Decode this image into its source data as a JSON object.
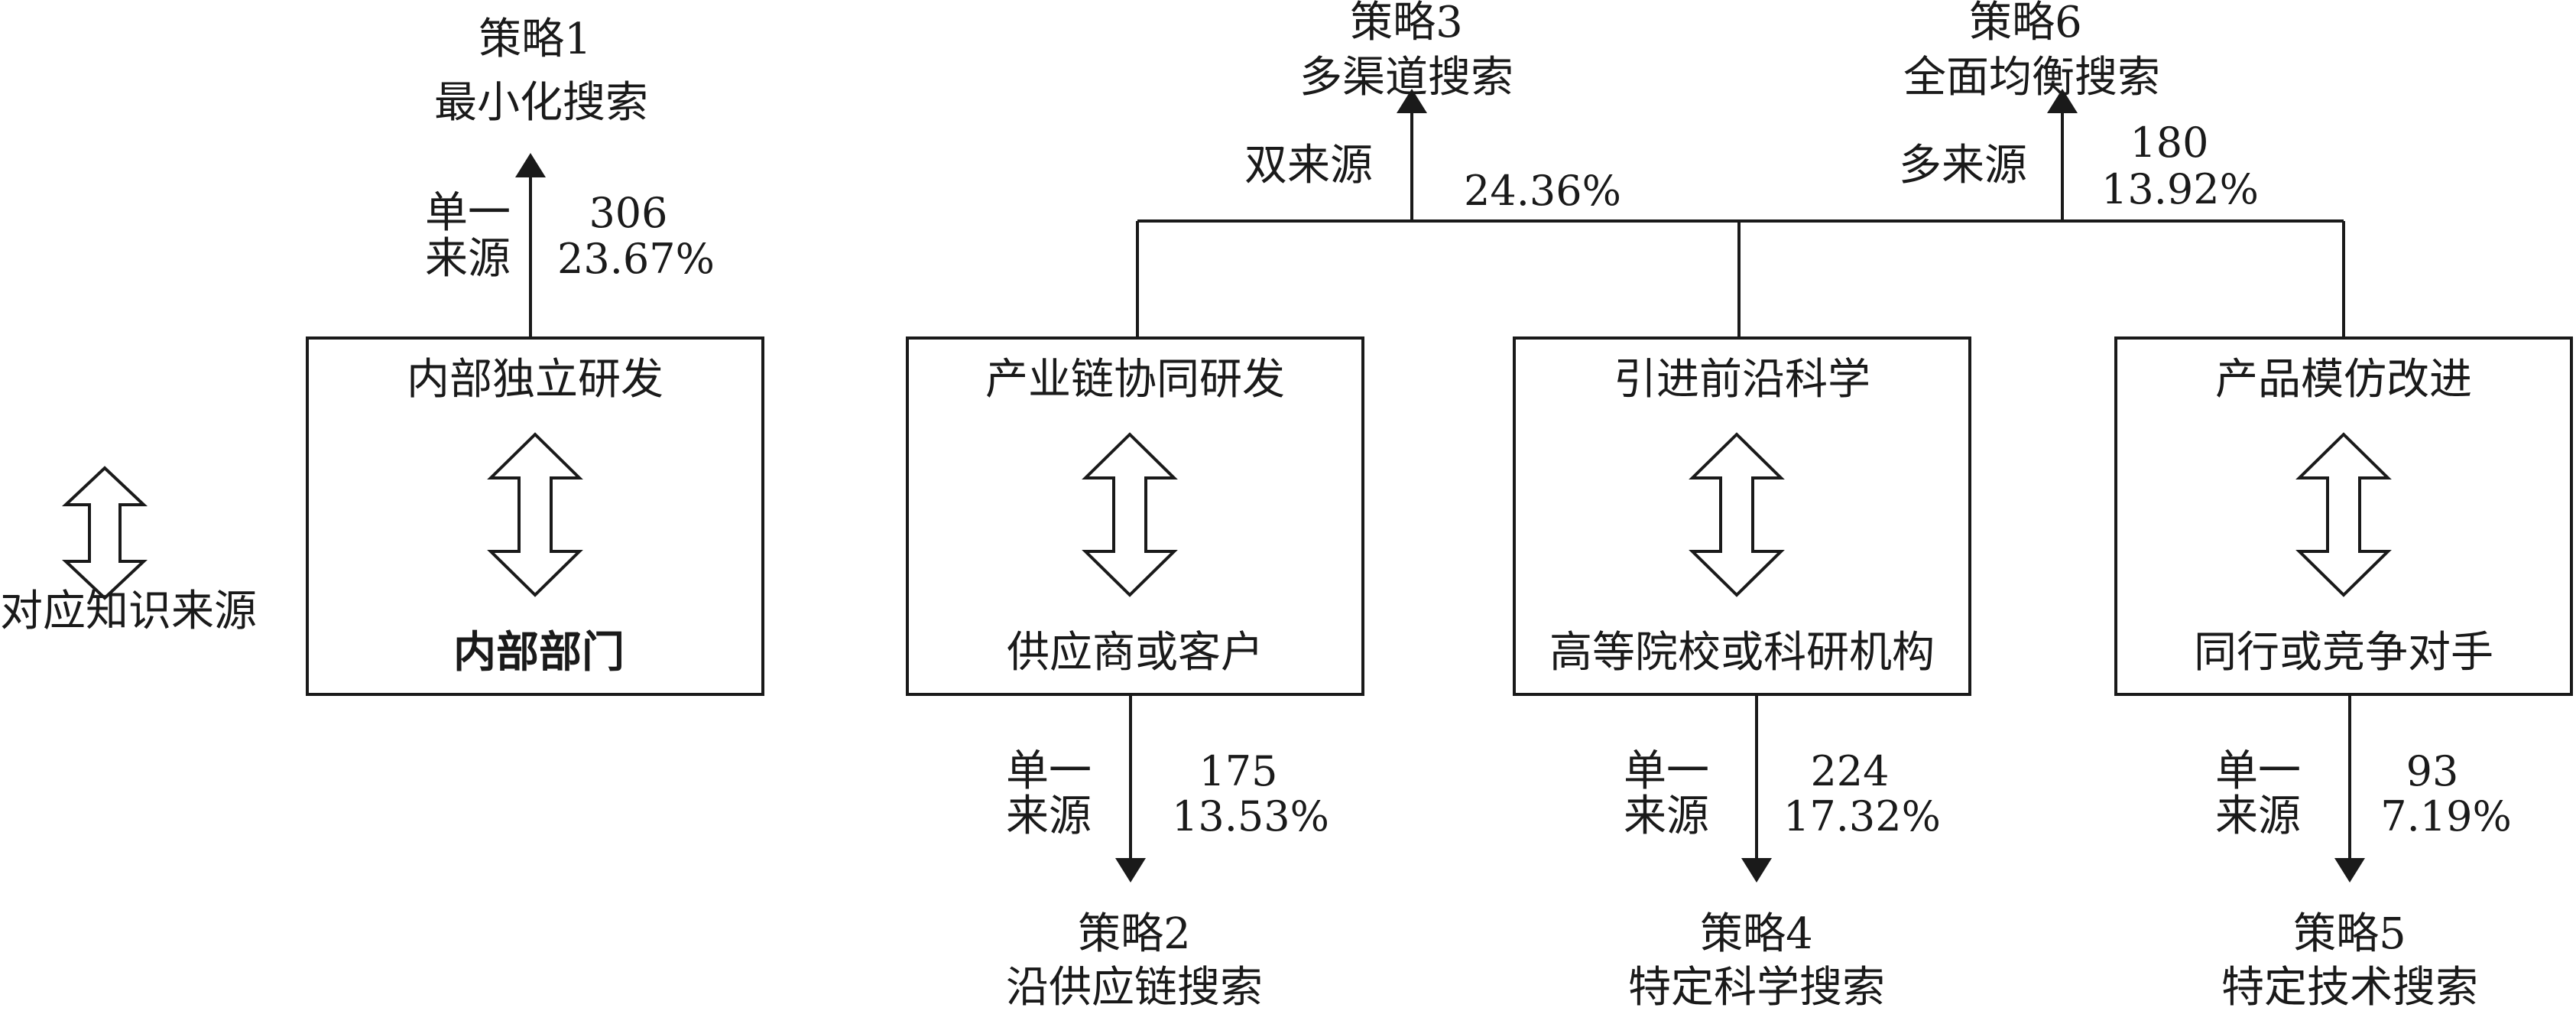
{
  "side_label": "对应知识来源",
  "boxes": [
    {
      "title": "内部独立研发",
      "source": "内部部门"
    },
    {
      "title": "产业链协同研发",
      "source": "供应商或客户"
    },
    {
      "title": "引进前沿科学",
      "source": "高等院校或科研机构"
    },
    {
      "title": "产品模仿改进",
      "source": "同行或竞争对手"
    }
  ],
  "strategies": {
    "s1": {
      "name": "策略1",
      "desc": "最小化搜索",
      "source_type_line1": "单一",
      "source_type_line2": "来源",
      "count": "306",
      "percent": "23.67%"
    },
    "s2": {
      "name": "策略2",
      "desc": "沿供应链搜索",
      "source_type_line1": "单一",
      "source_type_line2": "来源",
      "count": "175",
      "percent": "13.53%"
    },
    "s3": {
      "name": "策略3",
      "desc": "多渠道搜索",
      "source_type": "双来源",
      "percent": "24.36%"
    },
    "s4": {
      "name": "策略4",
      "desc": "特定科学搜索",
      "source_type_line1": "单一",
      "source_type_line2": "来源",
      "count": "224",
      "percent": "17.32%"
    },
    "s5": {
      "name": "策略5",
      "desc": "特定技术搜索",
      "source_type_line1": "单一",
      "source_type_line2": "来源",
      "count": "93",
      "percent": "7.19%"
    },
    "s6": {
      "name": "策略6",
      "desc": "全面均衡搜索",
      "source_type": "多来源",
      "count": "180",
      "percent": "13.92%"
    }
  }
}
